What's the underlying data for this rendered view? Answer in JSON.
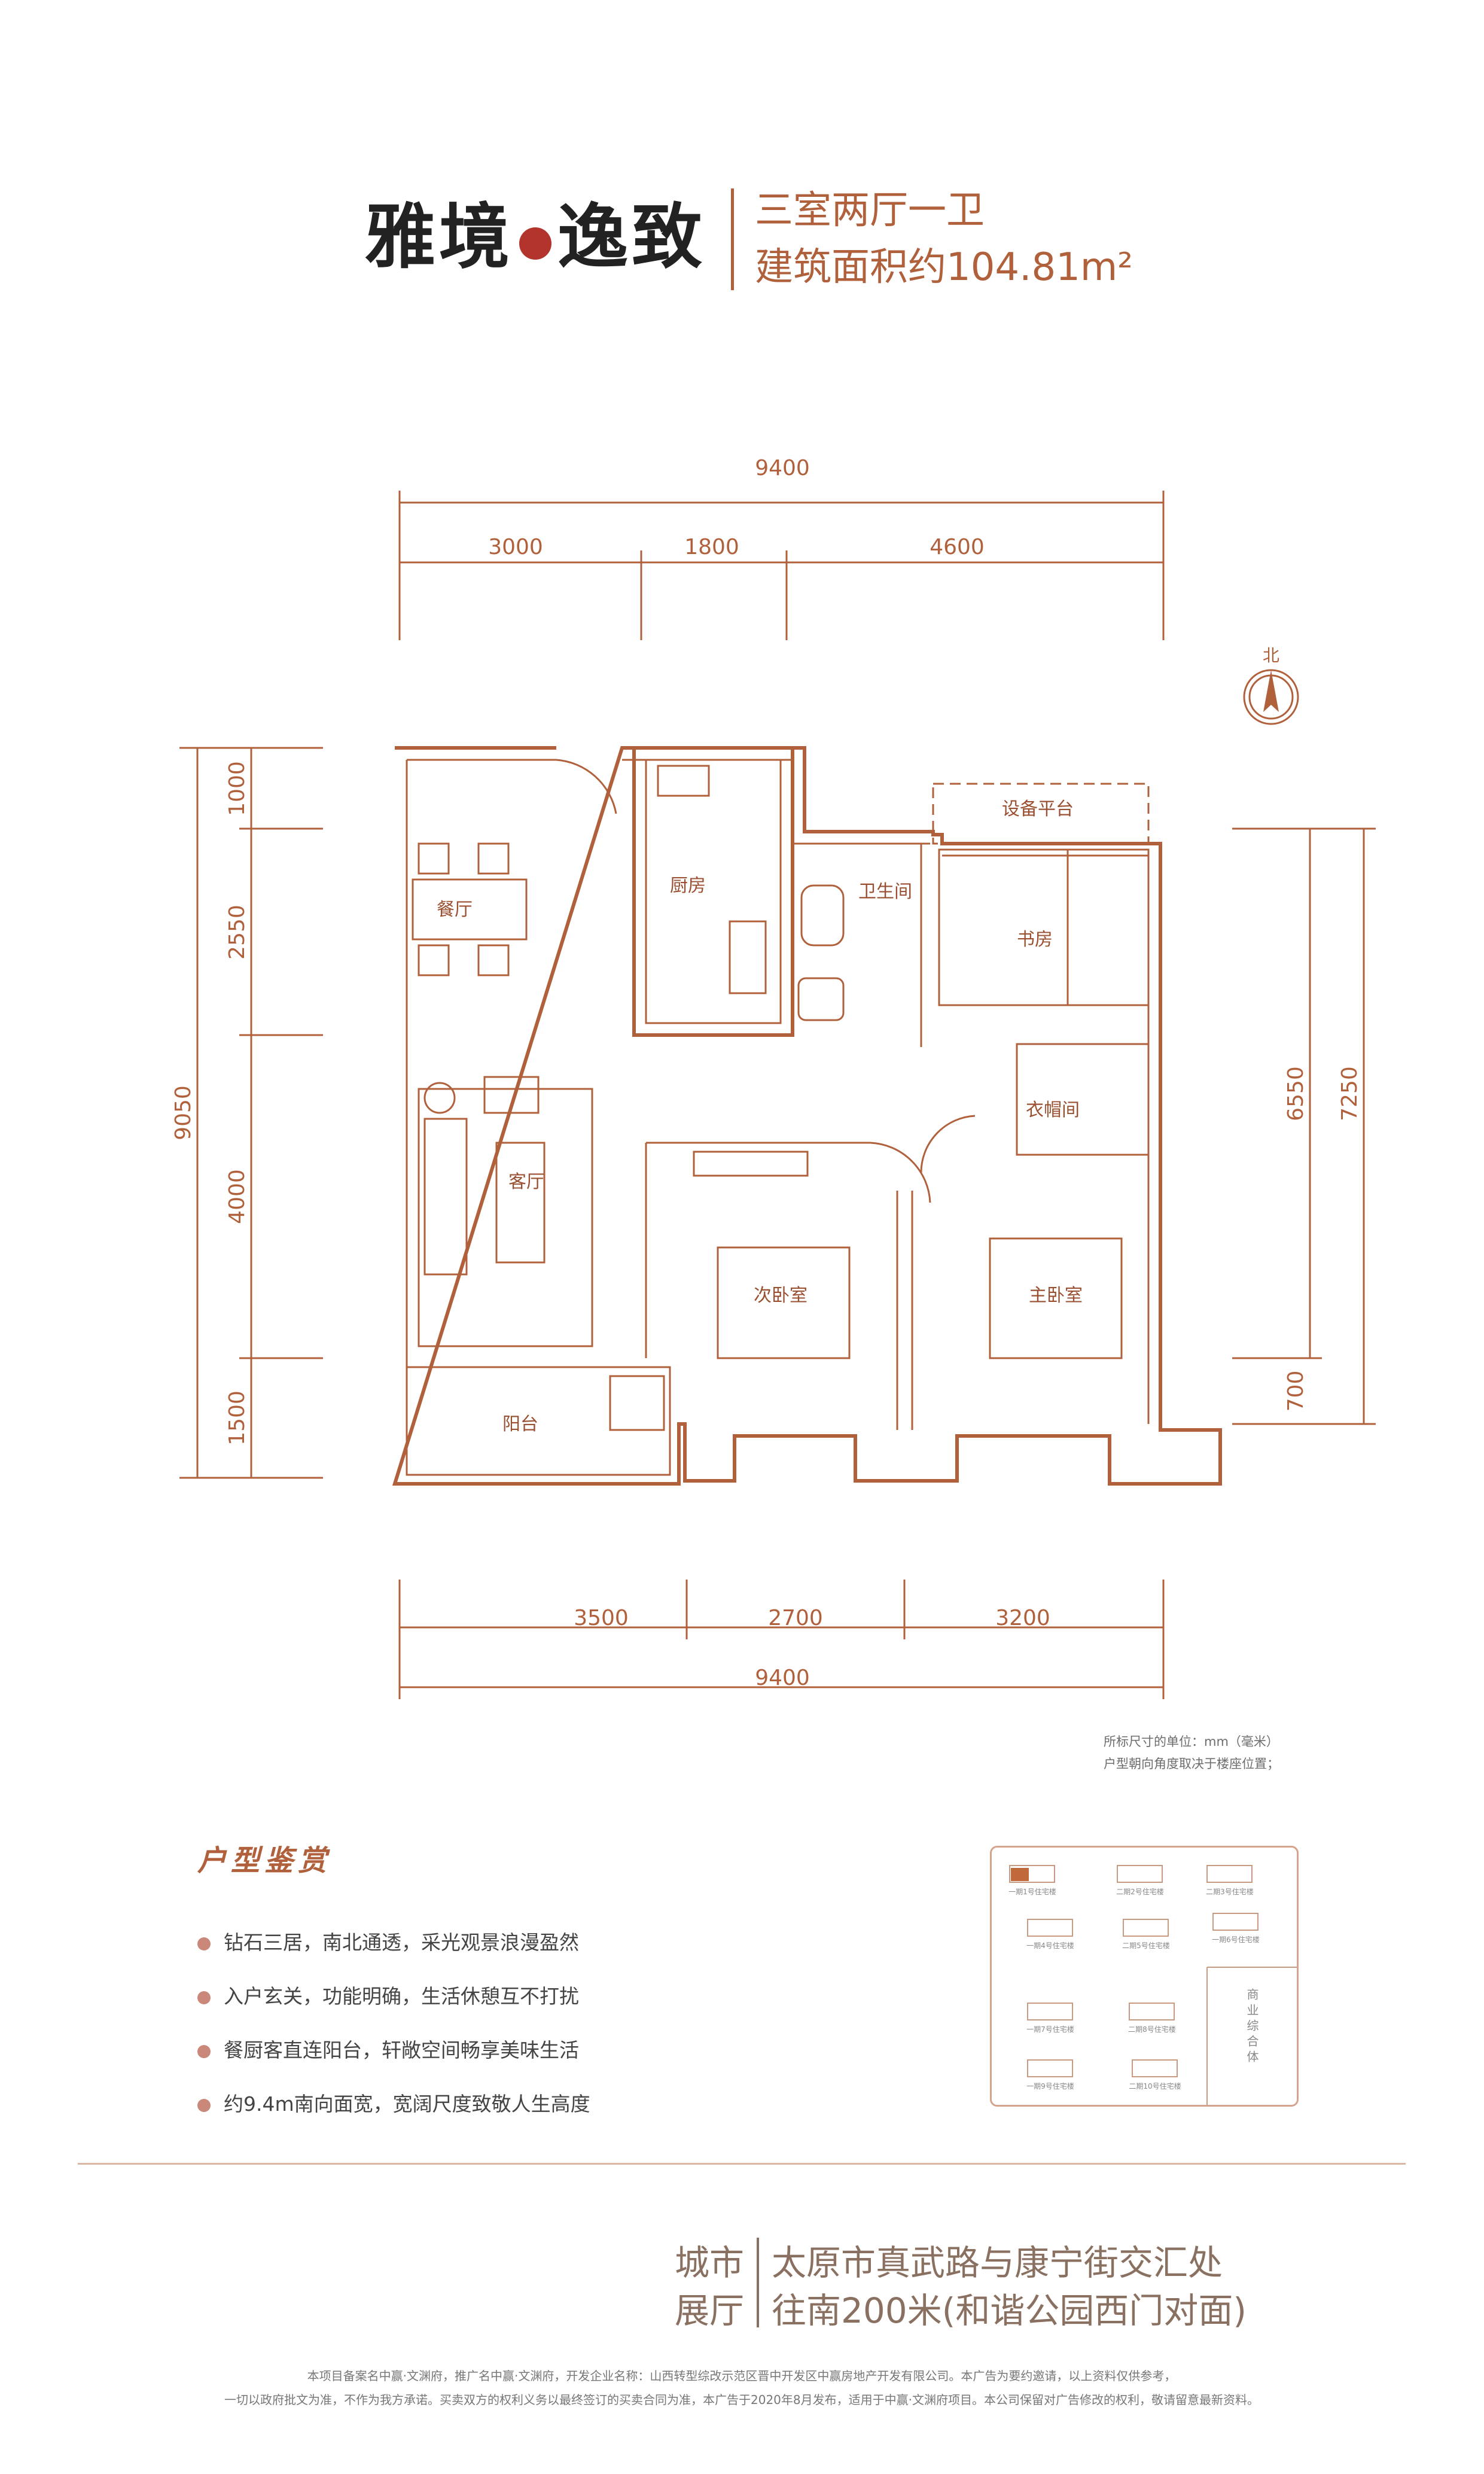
{
  "header": {
    "brand_part1": "雅境",
    "brand_part2": "逸致",
    "layout_type": "三室两厅一卫",
    "area": "建筑面积约104.81m²"
  },
  "dimensions": {
    "top_total": "9400",
    "top_segments": [
      "3000",
      "1800",
      "4600"
    ],
    "bottom_segments": [
      "3500",
      "2700",
      "3200"
    ],
    "bottom_total": "9400",
    "left_total": "9050",
    "left_segments": [
      "1000",
      "2550",
      "4000",
      "1500"
    ],
    "right_inner": "6550",
    "right_outer": "7250",
    "right_bottom": "700"
  },
  "compass": {
    "north_label": "北"
  },
  "rooms": {
    "dining": "餐厅",
    "kitchen": "厨房",
    "bathroom": "卫生间",
    "equipment": "设备平台",
    "study": "书房",
    "living": "客厅",
    "cloakroom": "衣帽间",
    "second_bedroom": "次卧室",
    "master_bedroom": "主卧室",
    "balcony": "阳台"
  },
  "legend": {
    "line1": "所标尺寸的单位：mm（毫米）",
    "line2": "户型朝向角度取决于楼座位置；"
  },
  "features": {
    "title": "户型鉴赏",
    "items": [
      "钻石三居，南北通透，采光观景浪漫盈然",
      "入户玄关，功能明确，生活休憩互不打扰",
      "餐厨客直连阳台，轩敞空间畅享美味生活",
      "约9.4m南向面宽，宽阔尺度致敬人生高度"
    ]
  },
  "keymap": {
    "buildings": [
      "一期1号住宅楼",
      "二期2号住宅楼",
      "二期3号住宅楼",
      "一期4号住宅楼",
      "二期5号住宅楼",
      "一期6号住宅楼",
      "一期7号住宅楼",
      "二期8号住宅楼",
      "一期9号住宅楼",
      "二期10号住宅楼"
    ],
    "commercial": "商业综合体"
  },
  "location": {
    "label_line1": "城市",
    "label_line2": "展厅",
    "address_line1": "太原市真武路与康宁街交汇处",
    "address_line2": "往南200米(和谐公园西门对面)"
  },
  "disclaimer": {
    "line1": "本项目备案名中赢·文渊府，推广名中赢·文渊府，开发企业名称：山西转型综改示范区晋中开发区中赢房地产开发有限公司。本广告为要约邀请，以上资料仅供参考，",
    "line2": "一切以政府批文为准，不作为我方承诺。买卖双方的权利义务以最终签订的买卖合同为准，本广告于2020年8月发布，适用于中赢·文渊府项目。本公司保留对广告修改的权利，敬请留意最新资料。"
  },
  "colors": {
    "line": "#b0613c",
    "text": "#b0613c",
    "seal": "#b2342c",
    "address": "#8a7060"
  }
}
